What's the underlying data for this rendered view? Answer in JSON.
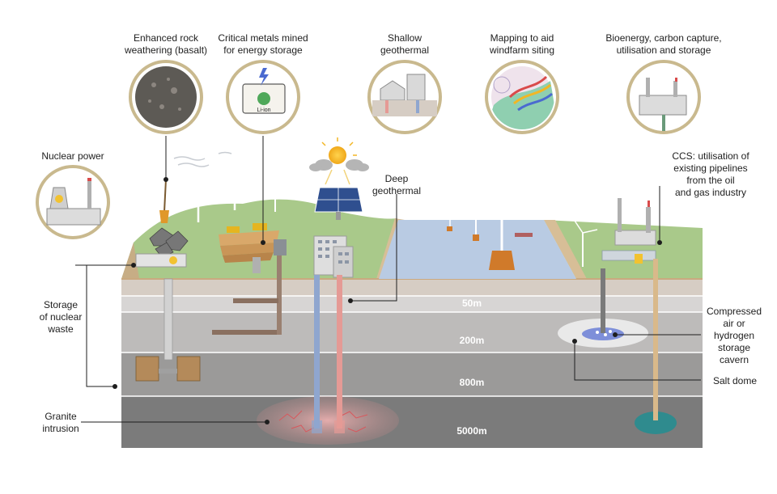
{
  "labels": {
    "rock_weathering": [
      "Enhanced rock",
      "weathering (basalt)"
    ],
    "critical_metals": [
      "Critical metals mined",
      "for energy storage"
    ],
    "shallow_geothermal": [
      "Shallow",
      "geothermal"
    ],
    "windfarm_mapping": [
      "Mapping to aid",
      "windfarm siting"
    ],
    "beccs": [
      "Bioenergy, carbon capture,",
      "utilisation and storage"
    ],
    "nuclear_power": "Nuclear power",
    "deep_geothermal": [
      "Deep",
      "geothermal"
    ],
    "ccs_pipelines": [
      "CCS: utilisation of",
      "existing pipelines",
      "from the oil",
      "and gas industry"
    ],
    "nuclear_waste": [
      "Storage",
      "of nuclear",
      "waste"
    ],
    "compressed_air": [
      "Compressed",
      "air or",
      "hydrogen",
      "storage",
      "cavern"
    ],
    "salt_dome": "Salt dome",
    "granite": [
      "Granite",
      "intrusion"
    ]
  },
  "battery_label": "Li-ion",
  "depths": [
    "50m",
    "200m",
    "800m",
    "5000m"
  ],
  "colors": {
    "ring": "#c9b98e",
    "land": "#a9c98a",
    "sea": "#b9cbe3",
    "layer_top": "#d6cdc4",
    "layer_2": "#d7d5d4",
    "layer_3": "#bdbbba",
    "layer_4": "#9b9a99",
    "layer_5": "#7b7b7b",
    "hot_pipe": "#e59a95",
    "cold_pipe": "#8fa6cf",
    "granite_glow": "#e8a8a8",
    "sun": "#f2b624"
  }
}
